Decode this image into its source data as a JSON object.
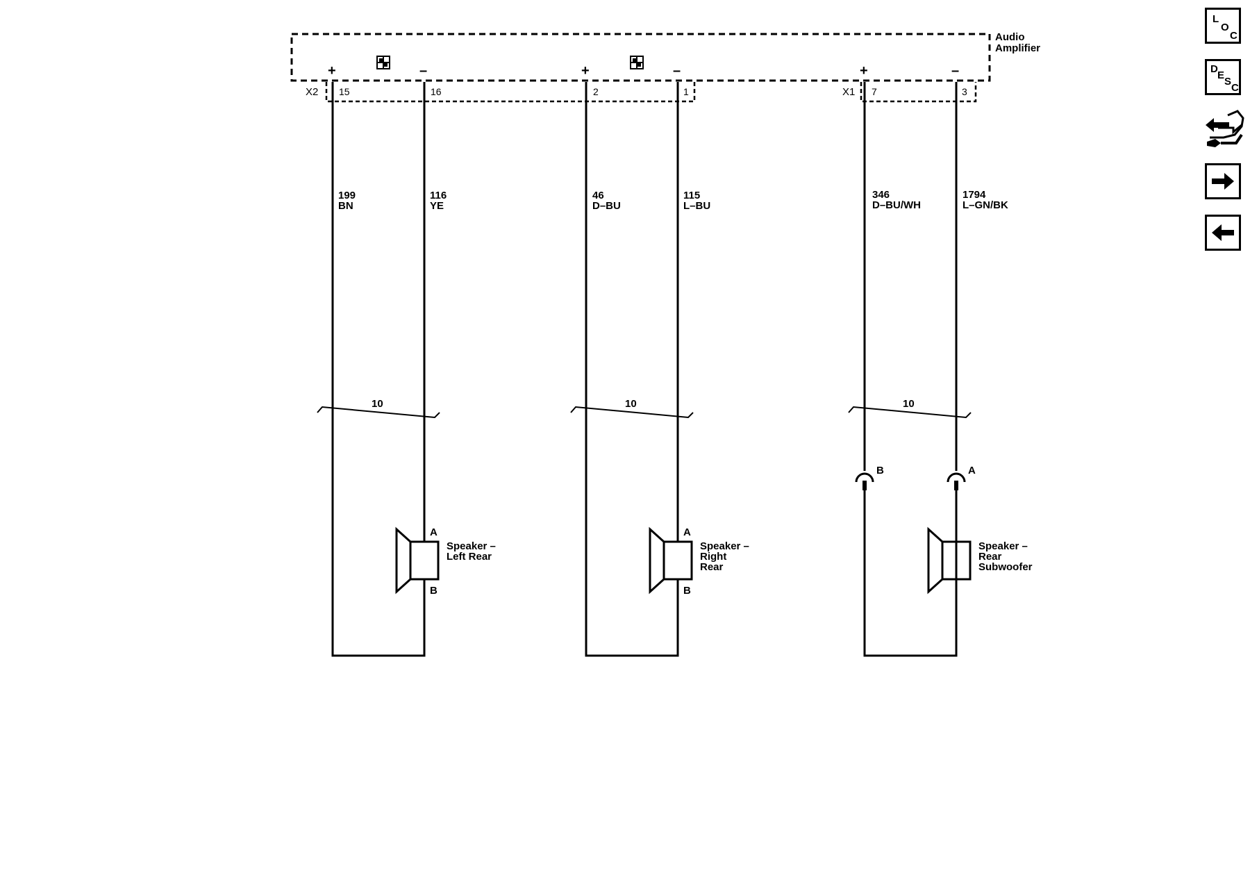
{
  "component": {
    "name_line1": "Audio",
    "name_line2": "Amplifier"
  },
  "connectors": {
    "x2": "X2",
    "x1": "X1"
  },
  "polarity": {
    "plus": "+",
    "minus": "–"
  },
  "circuits": [
    {
      "pin": "15",
      "circuit": "199",
      "color": "BN"
    },
    {
      "pin": "16",
      "circuit": "116",
      "color": "YE"
    },
    {
      "pin": "2",
      "circuit": "46",
      "color": "D–BU"
    },
    {
      "pin": "1",
      "circuit": "115",
      "color": "L–BU"
    },
    {
      "pin": "7",
      "circuit": "346",
      "color": "D–BU/WH"
    },
    {
      "pin": "3",
      "circuit": "1794",
      "color": "L–GN/BK"
    }
  ],
  "twisted_pair_label": "10",
  "speakers": [
    {
      "lines": [
        "Speaker –",
        "Left Rear"
      ],
      "terminal_top": "A",
      "terminal_bottom": "B"
    },
    {
      "lines": [
        "Speaker –",
        "Right",
        "Rear"
      ],
      "terminal_top": "A",
      "terminal_bottom": "B"
    },
    {
      "lines": [
        "Speaker –",
        "Rear",
        "Subwoofer"
      ],
      "inline_left": "B",
      "inline_right": "A"
    }
  ],
  "nav": {
    "loc": [
      "L",
      "O",
      "C"
    ],
    "desc": [
      "D",
      "E",
      "S",
      "C"
    ],
    "forward_icon": "arrow-right",
    "back_icon": "arrow-left",
    "connector_icon": "connector-exchange"
  }
}
